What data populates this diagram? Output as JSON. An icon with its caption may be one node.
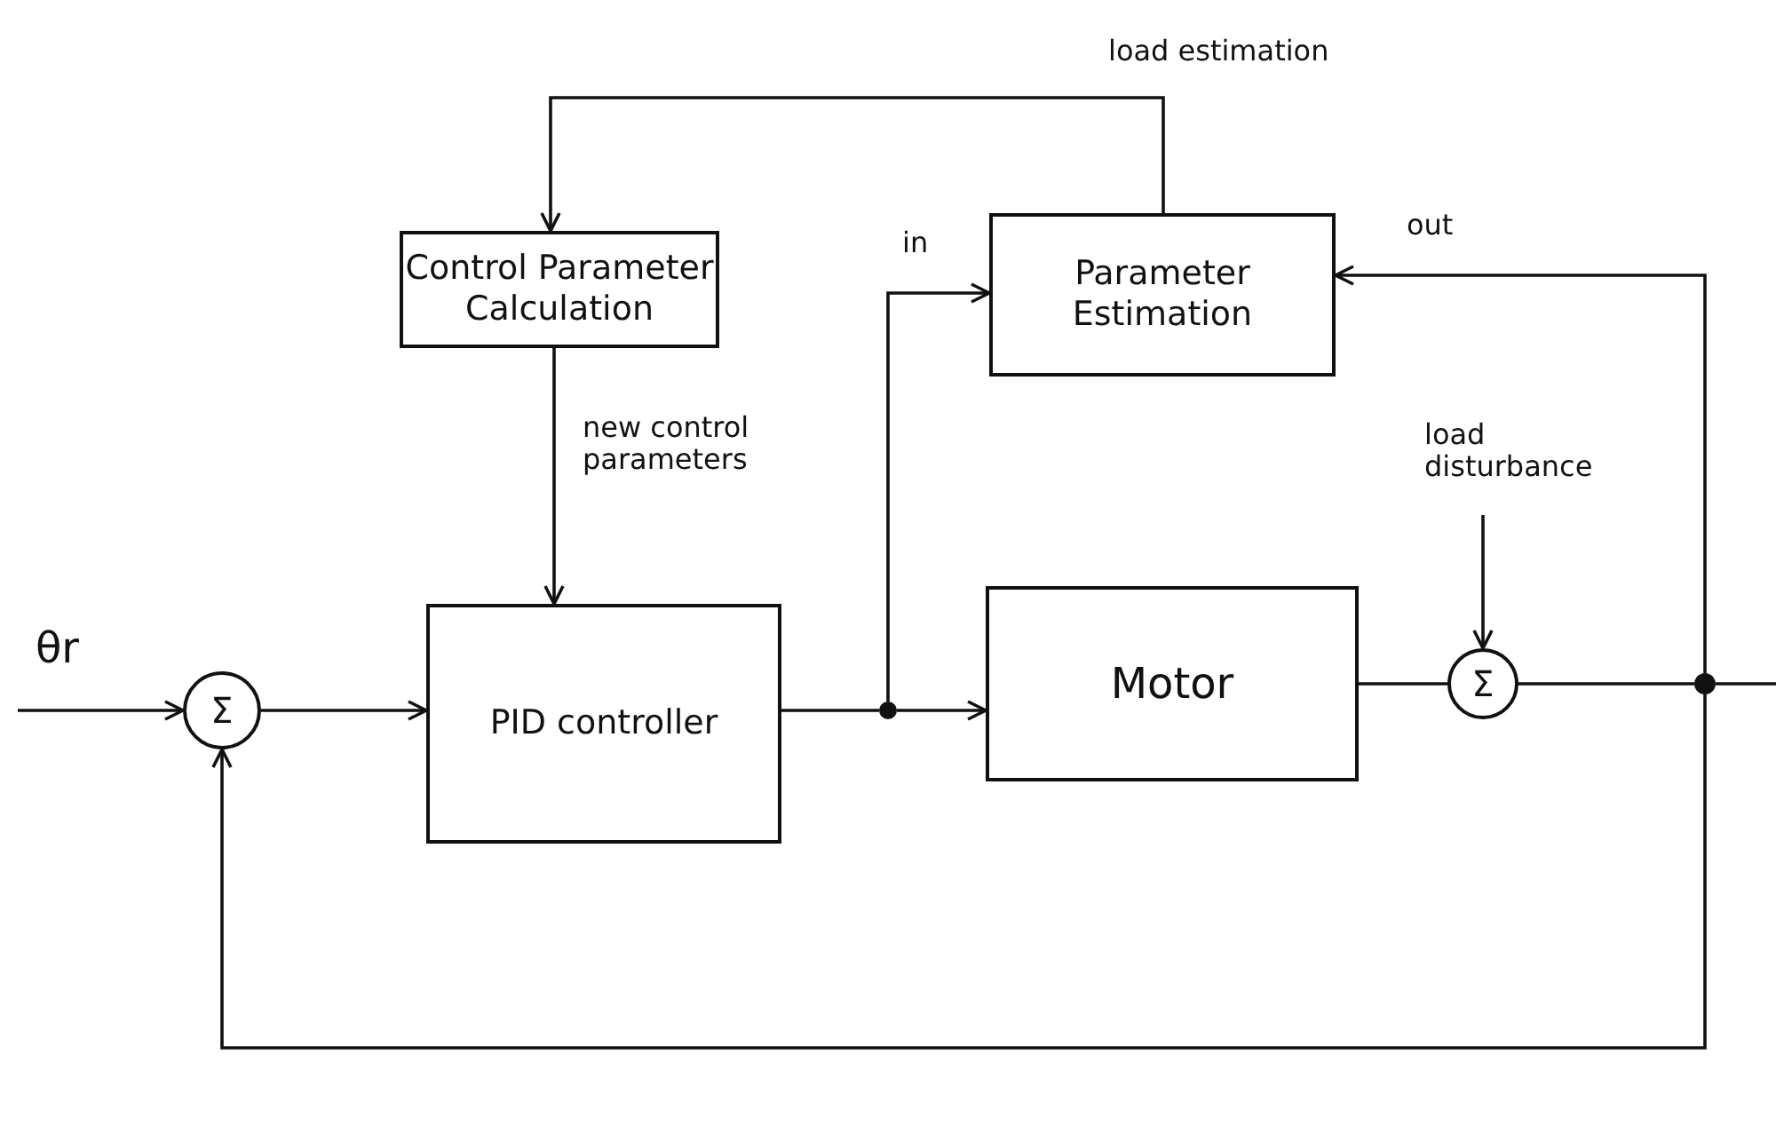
{
  "diagram": {
    "nodes": [
      {
        "text": [
          "Control Parameter Calculation"
        ]
      },
      {
        "text": [
          "Parameter Estimation"
        ]
      },
      {
        "text": [
          "PID controller"
        ]
      },
      {
        "text": [
          "Motor"
        ]
      },
      {
        "text": [
          "Σ"
        ]
      },
      {
        "text": [
          "Σ"
        ]
      },
      {
        "text": [],
        "shape": "circle"
      },
      {
        "text": [],
        "shape": "circle"
      }
    ],
    "edges": [
      {
        "from": null,
        "to": 4,
        "arrow": "to",
        "label": "θr"
      },
      {
        "from": 4,
        "to": 2,
        "arrow": "to"
      },
      {
        "from": 2,
        "to": 7,
        "arrow": "none"
      },
      {
        "from": 7,
        "to": 3,
        "arrow": "to"
      },
      {
        "from": 7,
        "to": 1,
        "arrow": "to",
        "label": "in"
      },
      {
        "from": 3,
        "to": 5,
        "arrow": "none"
      },
      {
        "from": 5,
        "to": 6,
        "arrow": "none"
      },
      {
        "from": 6,
        "to": null,
        "arrow": "none"
      },
      {
        "from": 6,
        "to": 1,
        "arrow": "to",
        "label": "out"
      },
      {
        "from": 6,
        "to": 4,
        "arrow": "to"
      },
      {
        "from": 1,
        "to": 0,
        "arrow": "to",
        "label": "load estimation"
      },
      {
        "from": 0,
        "to": 2,
        "arrow": "to",
        "label": "new control parameters"
      },
      {
        "from": null,
        "to": 5,
        "arrow": "to",
        "label": "load disturbance"
      }
    ]
  }
}
